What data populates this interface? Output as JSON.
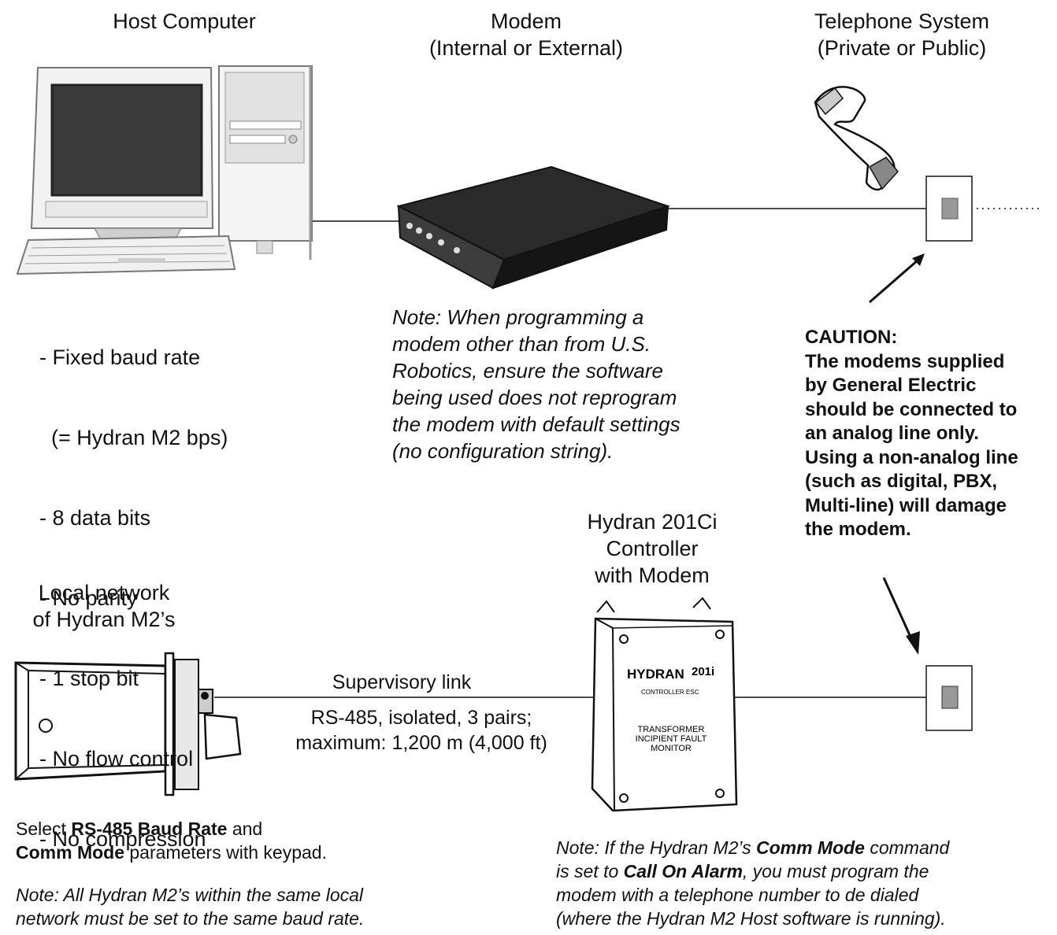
{
  "labels": {
    "host_computer": "Host Computer",
    "modem_line1": "Modem",
    "modem_line2": "(Internal or External)",
    "telephone_line1": "Telephone System",
    "telephone_line2": "(Private or Public)",
    "local_network_line1": "Local network",
    "local_network_line2": "of Hydran M2’s",
    "controller_line1": "Hydran 201Ci",
    "controller_line2": "Controller",
    "controller_line3": "with Modem",
    "supervisory_link": "Supervisory link",
    "rs485_line1": "RS-485, isolated, 3 pairs;",
    "rs485_line2": "maximum: 1,200 m (4,000 ft)"
  },
  "host_settings": [
    "- Fixed baud rate",
    "  (= Hydran M2 bps)",
    "- 8 data bits",
    "- No parity",
    "- 1 stop bit",
    "- No flow control",
    "- No compression"
  ],
  "modem_note": [
    "Note: When programming a",
    "modem other than from U.S.",
    "Robotics, ensure the software",
    "being used does not reprogram",
    "the modem with default settings",
    "(no configuration string)."
  ],
  "caution": [
    "CAUTION:",
    "The modems supplied",
    "by General Electric",
    "should be connected to",
    "an analog line only.",
    "Using a non-analog line",
    "(such as digital, PBX,",
    "Multi-line) will damage",
    "the modem."
  ],
  "select_note": {
    "t1": "Select ",
    "b1": "RS-485 Baud Rate",
    "t2": " and",
    "b2": "Comm Mode",
    "t3": " parameters with keypad."
  },
  "baud_note": [
    "Note: All Hydran M2’s within the same local",
    "network must be set to the same baud rate."
  ],
  "comm_note": {
    "t1": "Note: If the Hydran M2’s ",
    "b1": "Comm Mode",
    "t2": " command",
    "t3": "is set to ",
    "b2": "Call On Alarm",
    "t4": ", you must program the",
    "t5": "modem with a telephone number to de dialed",
    "t6": "(where the Hydran M2 Host software is running)."
  },
  "device_text": {
    "brand": "HYDRAN",
    "model": "201i",
    "sub": "CONTROLLER ESC",
    "mon1": "TRANSFORMER",
    "mon2": "INCIPIENT FAULT",
    "mon3": "MONITOR"
  }
}
